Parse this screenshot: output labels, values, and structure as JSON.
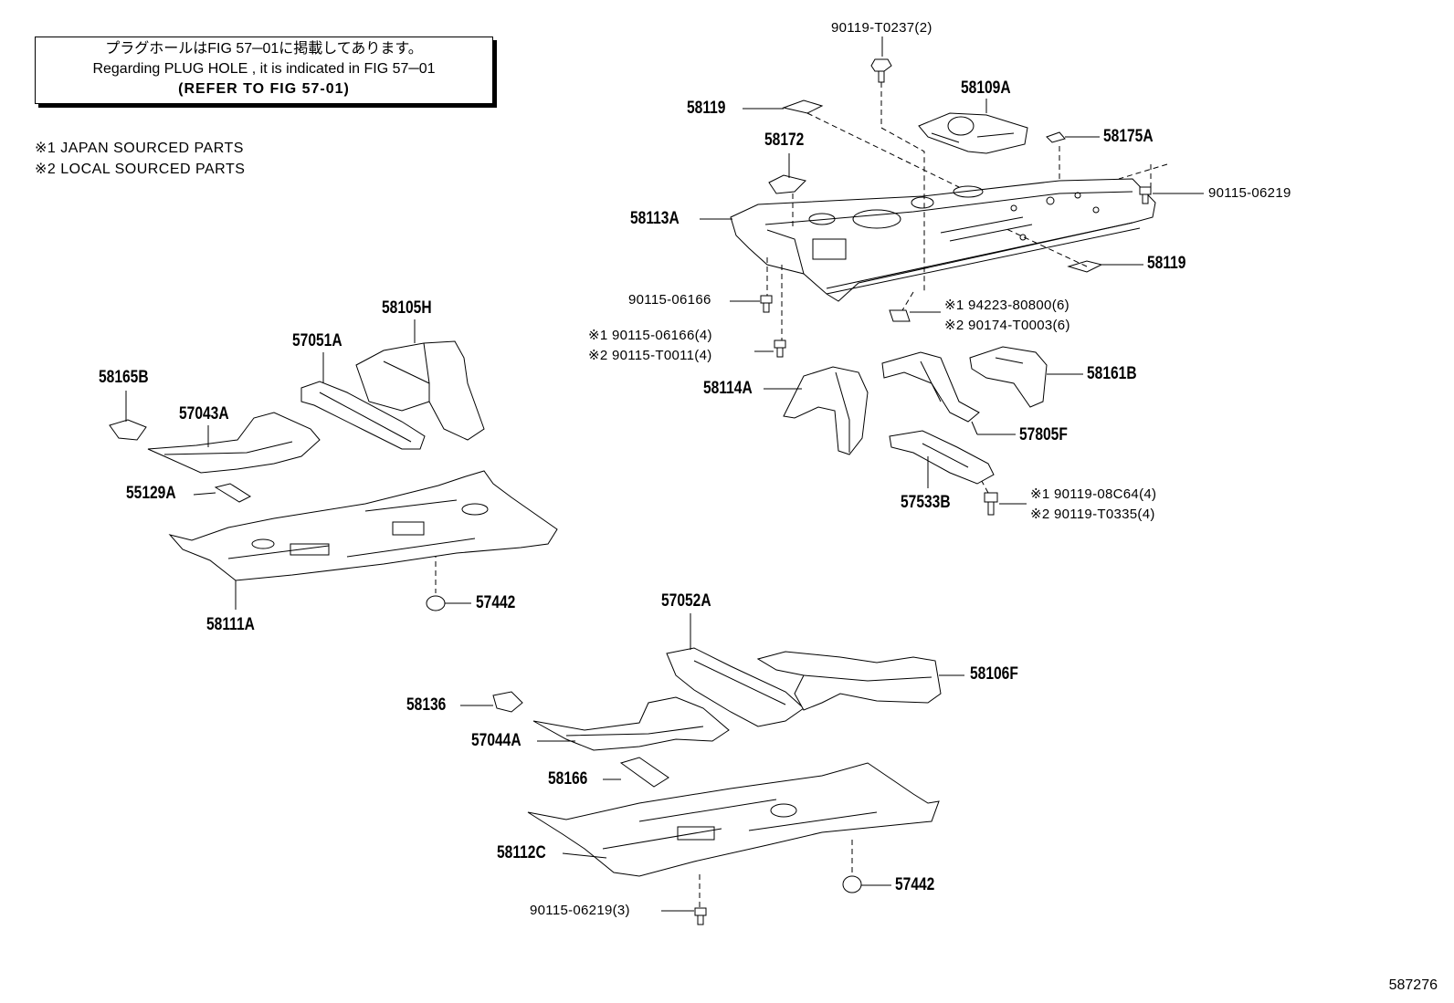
{
  "header": {
    "note_line_jp": "プラグホールはFIG 57─01に掲載してあります。",
    "note_line_en": "Regarding PLUG HOLE , it is indicated in FIG 57─01",
    "note_line_refer": "(REFER TO FIG 57-01)"
  },
  "legend": {
    "japan_sourced": "※1 JAPAN SOURCED PARTS",
    "local_sourced": "※2 LOCAL SOURCED PARTS"
  },
  "figure_id": "587276",
  "parts": [
    {
      "label": "90119-T0237(2)"
    },
    {
      "label": "58109A"
    },
    {
      "label": "58119"
    },
    {
      "label": "58175A"
    },
    {
      "label": "58172"
    },
    {
      "label": "90115-06219"
    },
    {
      "label": "58113A"
    },
    {
      "label": "58119"
    },
    {
      "label": "90115-06166"
    },
    {
      "label": "※1 94223-80800(6)"
    },
    {
      "label": "※2 90174-T0003(6)"
    },
    {
      "label": "※1 90115-06166(4)"
    },
    {
      "label": "※2 90115-T0011(4)"
    },
    {
      "label": "58161B"
    },
    {
      "label": "58114A"
    },
    {
      "label": "57805F"
    },
    {
      "label": "57533B"
    },
    {
      "label": "※1 90119-08C64(4)"
    },
    {
      "label": "※2 90119-T0335(4)"
    },
    {
      "label": "58105H"
    },
    {
      "label": "57051A"
    },
    {
      "label": "58165B"
    },
    {
      "label": "57043A"
    },
    {
      "label": "55129A"
    },
    {
      "label": "58111A"
    },
    {
      "label": "57442"
    },
    {
      "label": "57052A"
    },
    {
      "label": "58106F"
    },
    {
      "label": "58136"
    },
    {
      "label": "57044A"
    },
    {
      "label": "58166"
    },
    {
      "label": "58112C"
    },
    {
      "label": "57442"
    },
    {
      "label": "90115-06219(3)"
    }
  ]
}
